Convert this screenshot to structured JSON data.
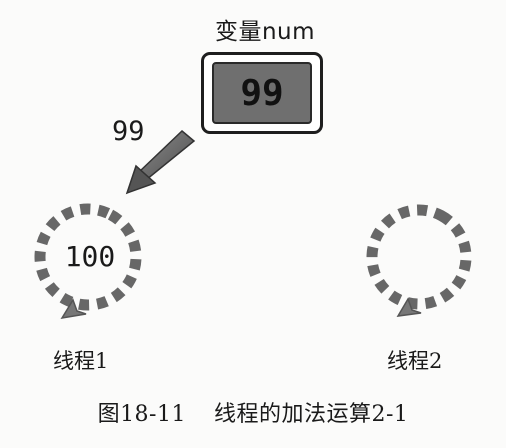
{
  "variable": {
    "title": "变量num",
    "value": "99"
  },
  "read_arrow": {
    "value": "99"
  },
  "threads": [
    {
      "label": "线程1",
      "value": "100"
    },
    {
      "label": "线程2",
      "value": ""
    }
  ],
  "caption": {
    "number": "图18-11",
    "text": "线程的加法运算2-1"
  },
  "colors": {
    "value_box_fill": "#6f6f6f",
    "dash": "#666666",
    "ink": "#1a1a1a"
  }
}
